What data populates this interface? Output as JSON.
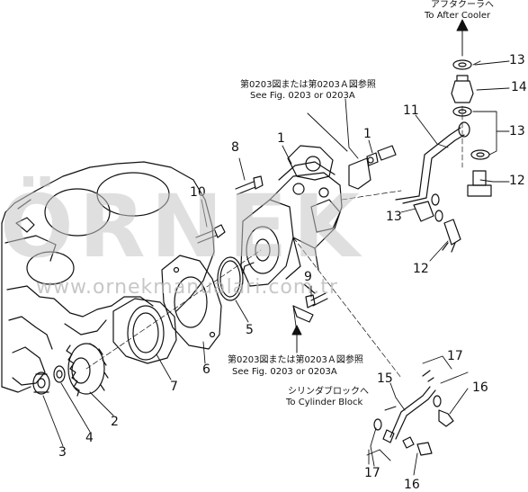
{
  "callouts": {
    "c1a": "1",
    "c1b": "1",
    "c2": "2",
    "c3": "3",
    "c4": "4",
    "c5": "5",
    "c6": "6",
    "c7": "7",
    "c8": "8",
    "c9": "9",
    "c10": "10",
    "c11": "11",
    "c12a": "12",
    "c12b": "12",
    "c13a": "13",
    "c13b": "13",
    "c13c": "13",
    "c14": "14",
    "c15": "15",
    "c16a": "16",
    "c16b": "16",
    "c17a": "17",
    "c17b": "17"
  },
  "notes": {
    "after_cooler_jp": "アフタクーラへ",
    "after_cooler_en": "To After Cooler",
    "fig_ref_top_jp": "第0203図または第0203Ａ図参照",
    "fig_ref_top_en": "See Fig. 0203 or 0203A",
    "fig_ref_mid_jp": "第0203図または第0203Ａ図参照",
    "fig_ref_mid_en": "See Fig. 0203 or 0203A",
    "cyl_block_jp": "シリンダブロックへ",
    "cyl_block_en": "To Cylinder Block"
  },
  "watermark": {
    "logo": "ÖRNEK",
    "url": "www.ornekmanualari.com.tr"
  }
}
